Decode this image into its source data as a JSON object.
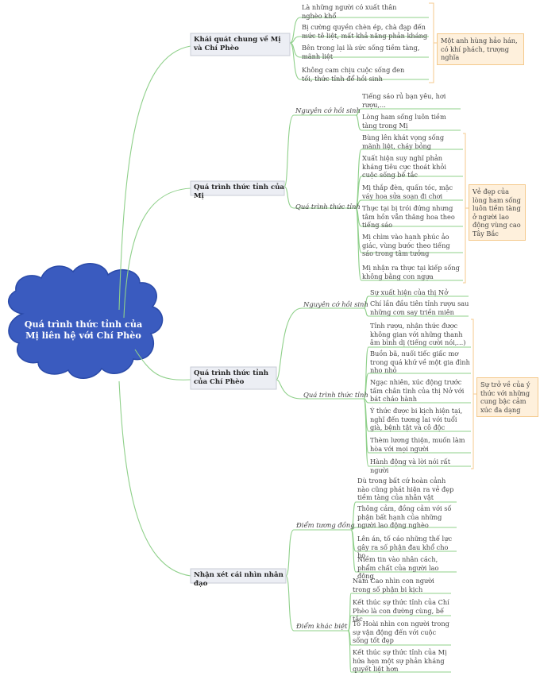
{
  "root": {
    "title": "Quá trình thức tỉnh của Mị liên hệ với Chí Phèo"
  },
  "branches": [
    {
      "label": "Khái quát chung về Mị và Chí Phèo",
      "leaves": [
        "Là những người có xuất thân nghèo khổ",
        "Bị cường quyền chèn ép, chà đạp đến mức tê liệt, mất khả năng phản kháng",
        "Bên trong lại là sức sống tiềm tàng, mãnh liệt",
        "Không cam chịu cuộc sống đen tối, thức tỉnh để hồi sinh"
      ],
      "note": "Một anh hùng hảo hán, có khí phách, trượng nghĩa"
    },
    {
      "label": "Quá trình thức tỉnh của Mị",
      "subs": [
        {
          "label": "Nguyên cớ hồi sinh",
          "leaves": [
            "Tiếng sáo rủ bạn yêu, hơi rượu,...",
            "Lòng ham sống luôn tiềm tàng trong Mị"
          ]
        },
        {
          "label": "Quá trình thức tỉnh",
          "leaves": [
            "Bùng lên khát vọng sống mãnh liệt, cháy bỏng",
            "Xuất hiện suy nghĩ phản kháng tiêu cực thoát khỏi cuộc sống bế tắc",
            "Mị thắp đèn, quấn tóc, mặc váy hoa sửa soạn đi chơi",
            "Thực tại bị trói đứng nhưng tâm hồn vẫn thăng hoa theo tiếng sáo",
            "Mị chìm vào hạnh phúc ảo giác, vùng bước theo tiếng sáo trong tâm tưởng",
            "Mị nhận ra thực tại kiếp sống không bằng con ngựa"
          ]
        }
      ],
      "note": "Vẻ đẹp của lòng ham sống luôn tiềm tàng ở người lao động vùng cao Tây Bắc"
    },
    {
      "label": "Quá trình thức tỉnh của Chí Phèo",
      "subs": [
        {
          "label": "Nguyên cớ hồi sinh",
          "leaves": [
            "Sự xuất hiện của thị Nở",
            "Chí lần đầu tiên tỉnh rượu sau những cơn say triền miên"
          ]
        },
        {
          "label": "Quá trình thức tỉnh",
          "leaves": [
            "Tỉnh rượu, nhận thức được không gian với những thanh âm bình dị (tiếng cười nói,...)",
            "Buồn bã, nuối tiếc giấc mơ trong quá khứ về một gia đình nho nhỏ",
            "Ngạc nhiên, xúc động trước tấm chân tình của thị Nở với bát cháo hành",
            "Ý thức được bi kịch hiện tại, nghĩ đến tương lai với tuổi già, bệnh tật và cô độc",
            "Thèm lương thiện, muốn làm hòa với mọi người",
            "Hành động và lời nói rất người"
          ]
        }
      ],
      "note": "Sự trở về của ý thức với những cung bậc cảm xúc đa dạng"
    },
    {
      "label": "Nhận xét cái nhìn nhân đạo",
      "subs": [
        {
          "label": "Điểm tương đồng",
          "leaves": [
            "Dù trong bất cứ hoàn cảnh nào cũng phát hiện ra vẻ đẹp tiềm tàng của nhân vật",
            "Thông cảm, đồng cảm với số phận bất hạnh của những người lao động nghèo",
            "Lên án, tố cáo những thế lực gây ra số phận đau khổ cho họ",
            "Niềm tin vào nhân cách, phẩm chất của người lao động"
          ]
        },
        {
          "label": "Điểm khác biệt",
          "leaves": [
            "Nam Cao nhìn con người trong số phận bi kịch",
            "Kết thúc sự thức tỉnh của Chí Phèo là con đường cùng, bế tắc",
            "Tô Hoài nhìn con người trong sự vận động đến với cuộc sống tốt đẹp",
            "Kết thúc sự thức tỉnh của Mị hứa hẹn một sự phản kháng quyết liệt hơn"
          ]
        }
      ]
    }
  ],
  "colors": {
    "line": "#8fd08a",
    "cloud": "#3a5bbf",
    "cloud_edge": "#2a4aa8",
    "branch_bg": "#eceef4",
    "branch_border": "#c9ccd6",
    "note_bg": "#fef0dc",
    "note_border": "#f4c98c"
  }
}
